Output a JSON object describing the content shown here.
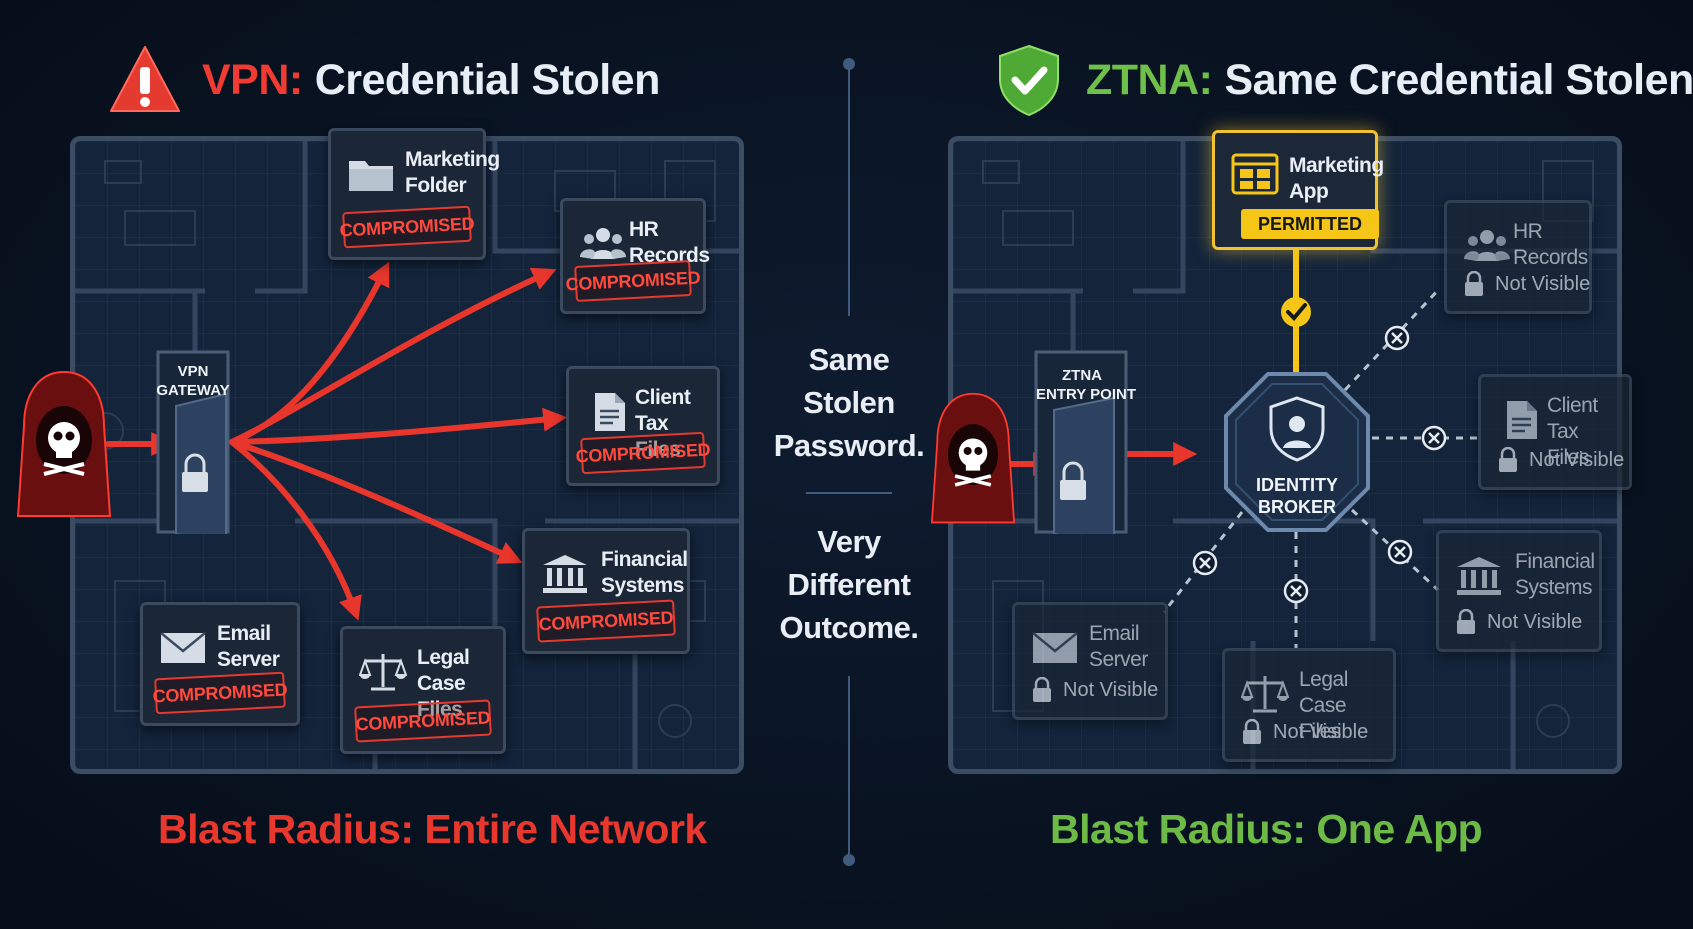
{
  "left": {
    "title_accent": "VPN:",
    "title_rest": "Credential Stolen",
    "gateway_label_1": "VPN",
    "gateway_label_2": "GATEWAY",
    "stamp_text": "COMPROMISED",
    "footer": "Blast Radius: Entire Network",
    "cards": {
      "marketing": [
        "Marketing",
        "Folder"
      ],
      "hr": [
        "HR",
        "Records"
      ],
      "tax": [
        "Client",
        "Tax Files"
      ],
      "financial": [
        "Financial",
        "Systems"
      ],
      "email": [
        "Email",
        "Server"
      ],
      "legal": [
        "Legal",
        "Case Files"
      ]
    }
  },
  "right": {
    "title_accent": "ZTNA:",
    "title_rest": "Same Credential Stolen",
    "entry_label_1": "ZTNA",
    "entry_label_2": "ENTRY POINT",
    "broker_label_1": "IDENTITY",
    "broker_label_2": "BROKER",
    "permitted_text": "PERMITTED",
    "not_visible_text": "Not Visible",
    "footer": "Blast Radius: One App",
    "cards": {
      "marketing": [
        "Marketing",
        "App"
      ],
      "hr": [
        "HR",
        "Records"
      ],
      "tax": [
        "Client",
        "Tax Files"
      ],
      "financial": [
        "Financial",
        "Systems"
      ],
      "email": [
        "Email",
        "Server"
      ],
      "legal": [
        "Legal",
        "Case Files"
      ]
    }
  },
  "middle": {
    "top": [
      "Same",
      "Stolen",
      "Password."
    ],
    "bottom": [
      "Very",
      "Different",
      "Outcome."
    ]
  },
  "colors": {
    "danger": "#ef3b32",
    "success": "#6ec04a",
    "permit": "#f5c518",
    "panel_border": "#3c4c63"
  },
  "icons": {
    "warning": "warning-triangle-icon",
    "shield": "shield-check-icon",
    "hacker": "hooded-hacker-skull-icon",
    "lock": "padlock-icon"
  }
}
